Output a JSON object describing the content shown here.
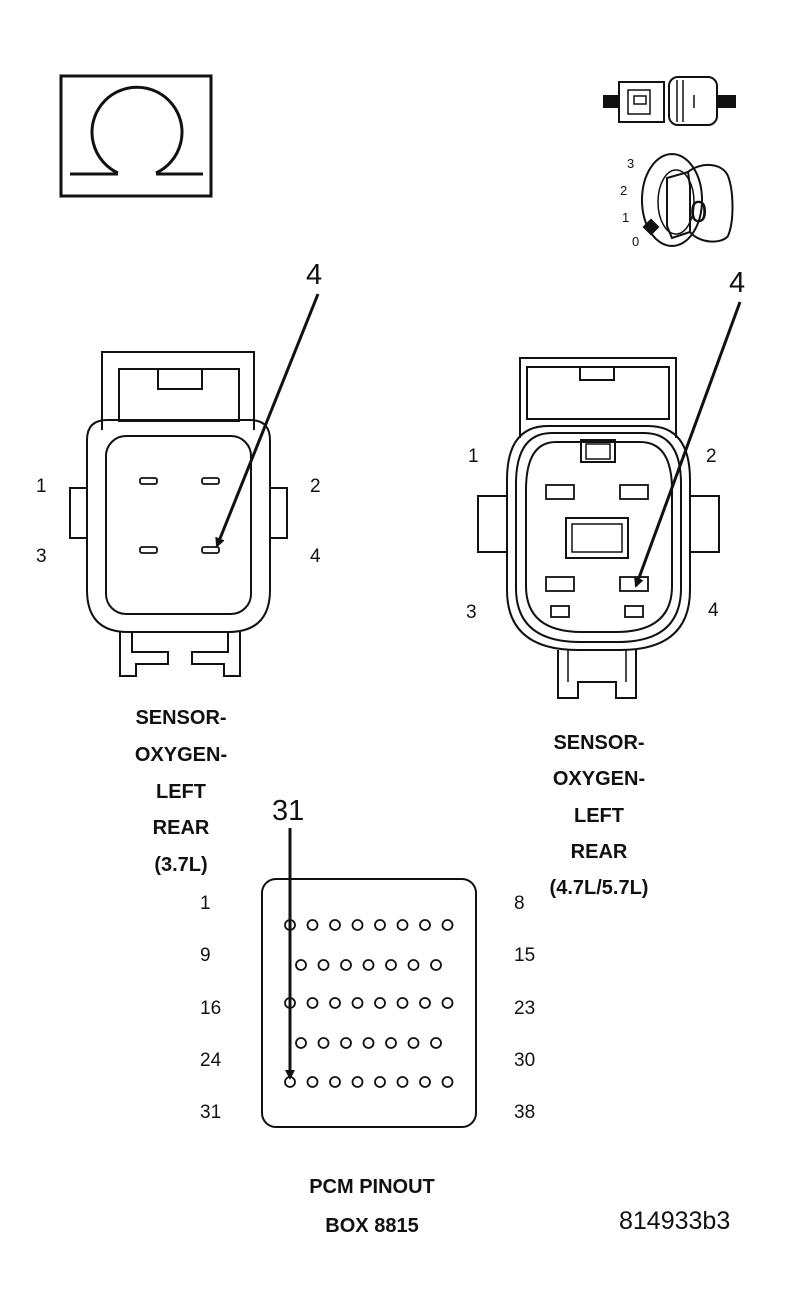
{
  "ohmmeter_symbol": {
    "icon": "ohm-icon"
  },
  "ignition": {
    "connector_icon": "disconnect-connector-icon",
    "key_icon": "ignition-key-icon",
    "key_positions": [
      "3",
      "2",
      "1",
      "0"
    ],
    "key_label": "0"
  },
  "connector_left": {
    "callout": "4",
    "pins": {
      "p1": "1",
      "p2": "2",
      "p3": "3",
      "p4": "4"
    },
    "caption": [
      "SENSOR-",
      "OXYGEN-",
      "LEFT",
      "REAR",
      "(3.7L)"
    ]
  },
  "connector_right": {
    "callout": "4",
    "pins": {
      "p1": "1",
      "p2": "2",
      "p3": "3",
      "p4": "4"
    },
    "caption": [
      "SENSOR-",
      "OXYGEN-",
      "LEFT",
      "REAR",
      "(4.7L/5.7L)"
    ]
  },
  "pcm": {
    "callout": "31",
    "row_left_labels": [
      "1",
      "9",
      "16",
      "24",
      "31"
    ],
    "row_right_labels": [
      "8",
      "15",
      "23",
      "30",
      "38"
    ],
    "caption": [
      "PCM PINOUT",
      "BOX 8815"
    ]
  },
  "figure_id": "814933b3"
}
